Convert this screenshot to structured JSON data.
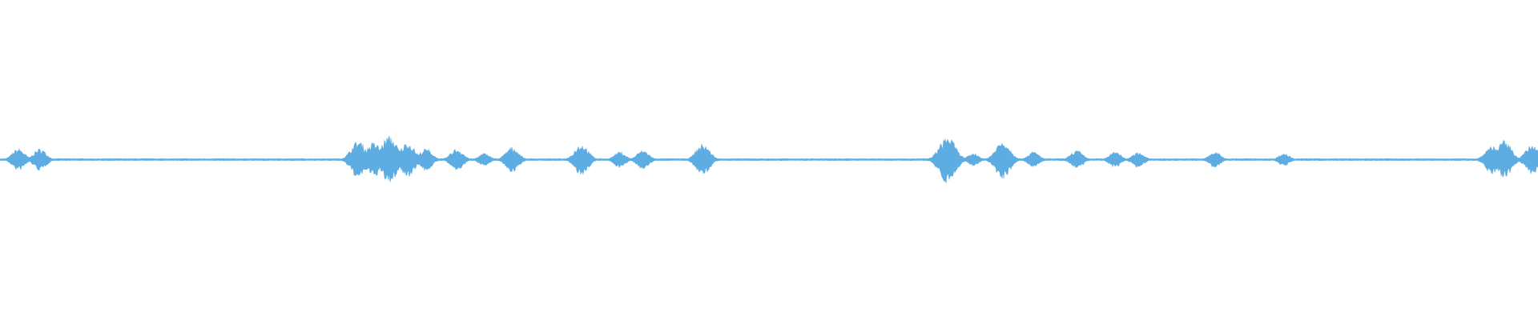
{
  "waveform": {
    "color": "#5dade2",
    "background": "#ffffff",
    "peak_level": 0.15,
    "bursts": [
      {
        "t": 0.012,
        "a": 0.07
      },
      {
        "t": 0.026,
        "a": 0.07
      },
      {
        "t": 0.233,
        "a": 0.12
      },
      {
        "t": 0.243,
        "a": 0.11
      },
      {
        "t": 0.253,
        "a": 0.15
      },
      {
        "t": 0.265,
        "a": 0.11
      },
      {
        "t": 0.277,
        "a": 0.07
      },
      {
        "t": 0.297,
        "a": 0.07
      },
      {
        "t": 0.315,
        "a": 0.04
      },
      {
        "t": 0.333,
        "a": 0.08
      },
      {
        "t": 0.378,
        "a": 0.1
      },
      {
        "t": 0.403,
        "a": 0.05
      },
      {
        "t": 0.418,
        "a": 0.06
      },
      {
        "t": 0.457,
        "a": 0.1
      },
      {
        "t": 0.616,
        "a": 0.15
      },
      {
        "t": 0.633,
        "a": 0.04
      },
      {
        "t": 0.652,
        "a": 0.12
      },
      {
        "t": 0.672,
        "a": 0.05
      },
      {
        "t": 0.7,
        "a": 0.06
      },
      {
        "t": 0.725,
        "a": 0.05
      },
      {
        "t": 0.74,
        "a": 0.05
      },
      {
        "t": 0.79,
        "a": 0.05
      },
      {
        "t": 0.835,
        "a": 0.04
      },
      {
        "t": 0.97,
        "a": 0.09
      },
      {
        "t": 0.978,
        "a": 0.12
      },
      {
        "t": 0.996,
        "a": 0.09
      }
    ]
  }
}
